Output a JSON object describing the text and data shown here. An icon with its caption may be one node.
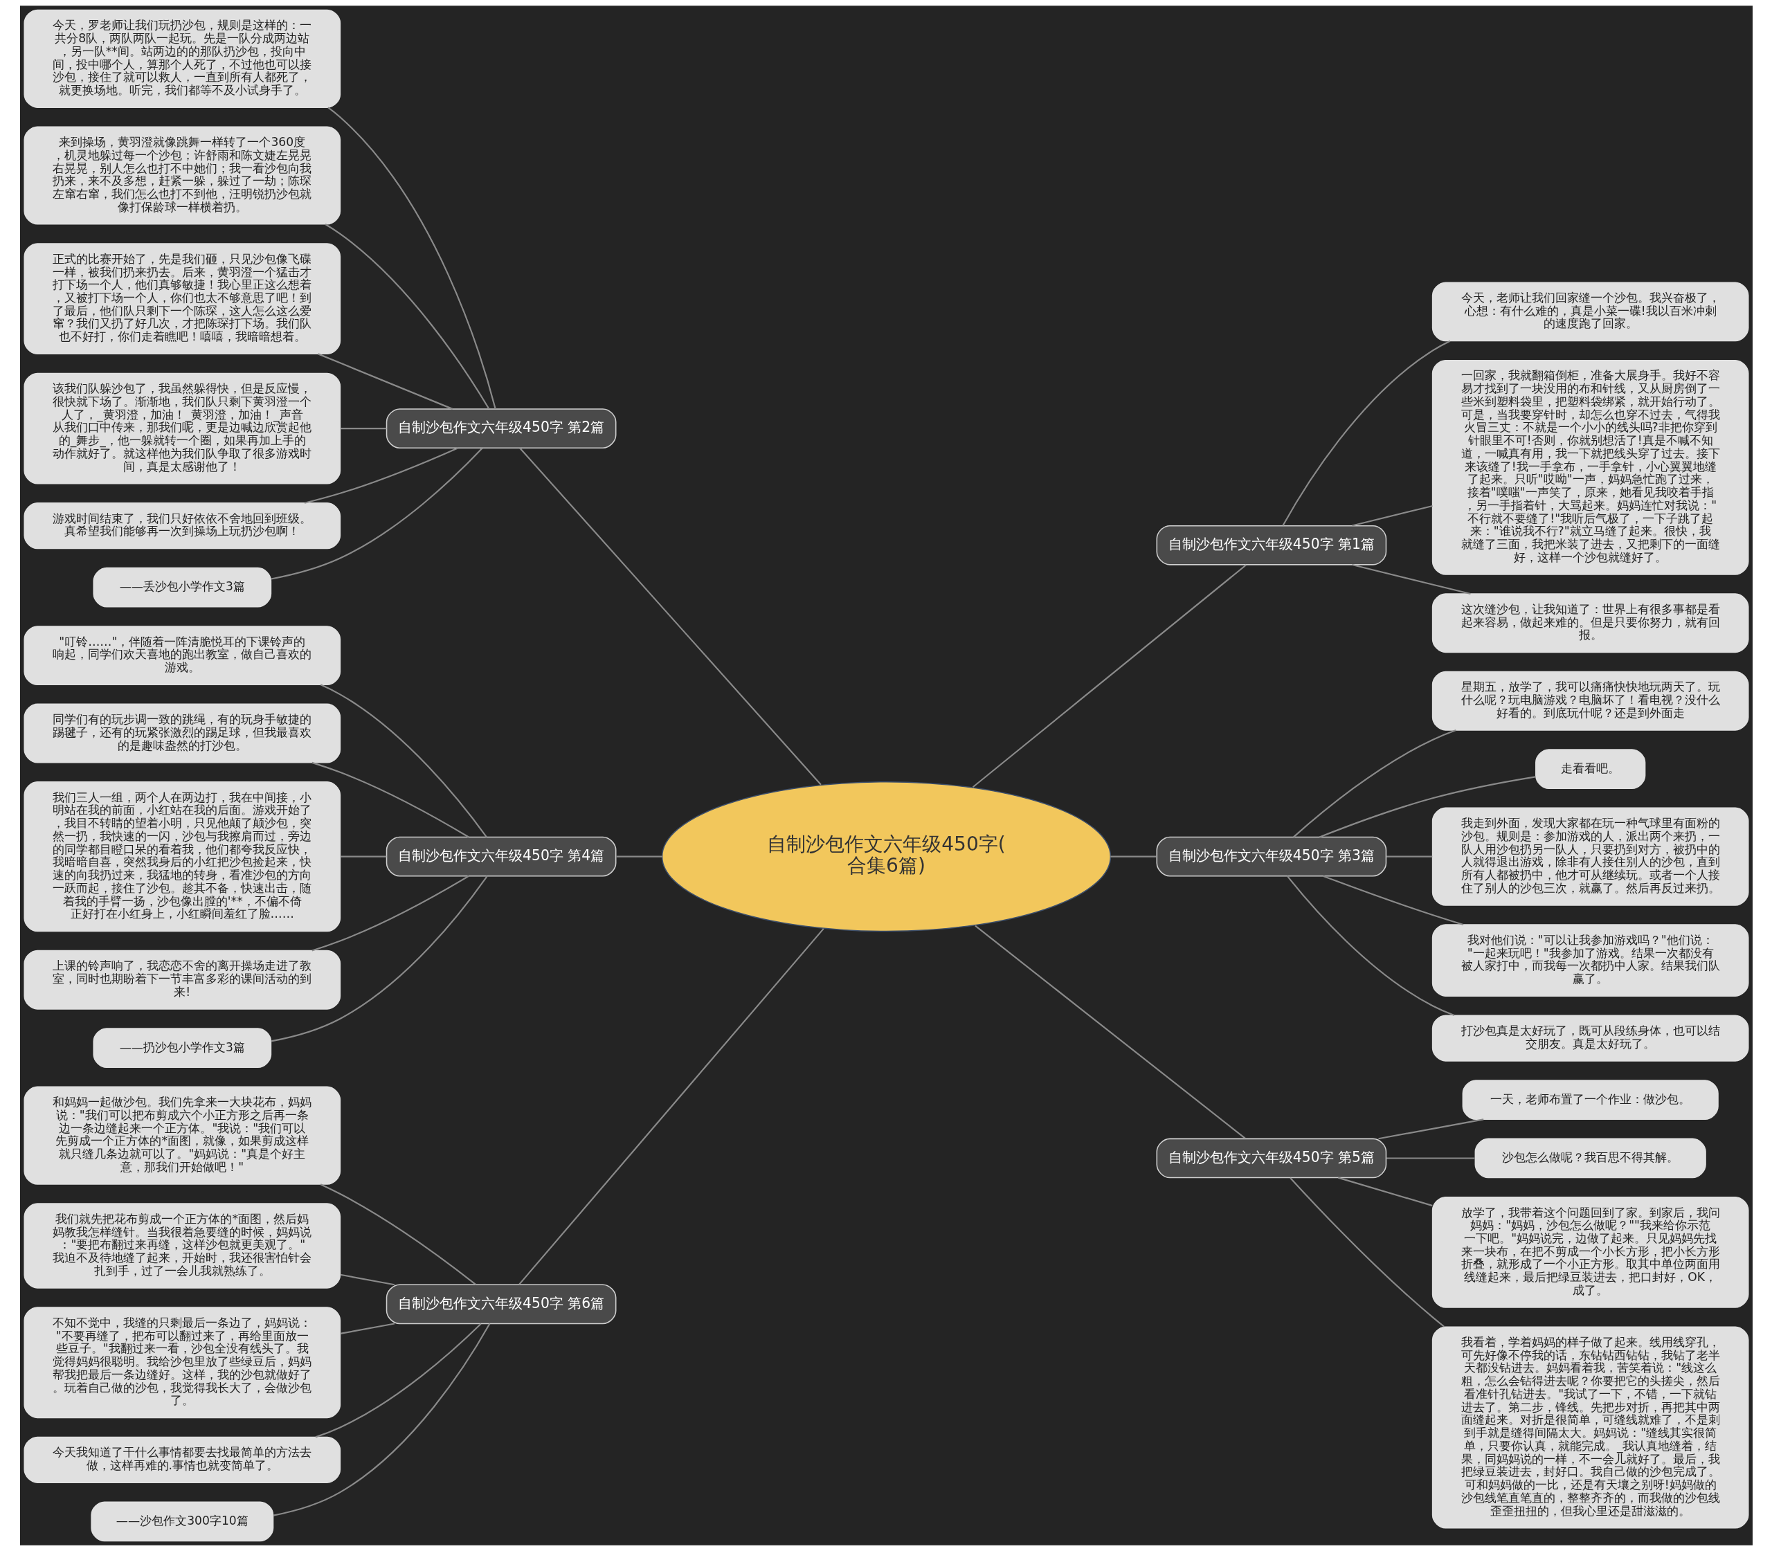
{
  "diagram": {
    "nodes": [
      {
        "text": [
          "自制沙包作文六年级450字(合集6篇)"
        ]
      },
      {
        "text": [
          "自制沙包作文六年级450字 第2篇"
        ]
      },
      {
        "text": [
          "今天，罗老师让我们玩扔沙包，规则是这样的：一共分8队，两队两队一起玩。先是一队分成两边站，另一队**间。站两边的的那队扔沙包，投向中间，投中哪个人，算那个人死了，不过他也可以接沙包，接住了就可以救人，一直到所有人都死了，就更换场地。听完，我们都等不及小试身手了。"
        ]
      },
      {
        "text": [
          "来到操场，黄羽澄就像跳舞一样转了一个360度，机灵地躲过每一个沙包；许舒雨和陈文婕左晃晃右晃晃，别人怎么也打不中她们；我一看沙包向我扔来，来不及多想，赶紧一躲，躲过了一劫；陈琛左窜右窜，我们怎么也打不到他，汪明锐扔沙包就像打保龄球一样横着扔。"
        ]
      },
      {
        "text": [
          "正式的比赛开始了，先是我们砸，只见沙包像飞碟一样，被我们扔来扔去。后来，黄羽澄一个猛击才打下场一个人，他们真够敏捷！我心里正这么想着，又被打下场一个人，你们也太不够意思了吧！到了最后，他们队只剩下一个陈琛，这人怎么这么爱窜？我们又扔了好几次，才把陈琛打下场。我们队也不好打，你们走着瞧吧！嘻嘻，我暗暗想着。"
        ]
      },
      {
        "text": [
          "该我们队躲沙包了，我虽然躲得快，但是反应慢，很快就下场了。渐渐地，我们队只剩下黄羽澄一个人了，_黄羽澄，加油！_黄羽澄，加油！_声音从我们口中传来，那我们呢，更是边喊边欣赏起他的_舞步_，他一躲就转一个圈，如果再加上手的动作就好了。就这样他为我们队争取了很多游戏时间，真是太感谢他了！"
        ]
      },
      {
        "text": [
          "游戏时间结束了，我们只好依依不舍地回到班级。真希望我们能够再一次到操场上玩扔沙包啊！"
        ]
      },
      {
        "text": [
          "——丢沙包小学作文3篇"
        ]
      },
      {
        "text": [
          "自制沙包作文六年级450字 第4篇"
        ]
      },
      {
        "text": [
          "\"叮铃……\"，伴随着一阵清脆悦耳的下课铃声的响起，同学们欢天喜地的跑出教室，做自己喜欢的游戏。"
        ]
      },
      {
        "text": [
          "同学们有的玩步调一致的跳绳，有的玩身手敏捷的踢毽子，还有的玩紧张激烈的踢足球，但我最喜欢的是趣味盎然的打沙包。"
        ]
      },
      {
        "text": [
          "我们三人一组，两个人在两边打，我在中间接，小明站在我的前面，小红站在我的后面。游戏开始了，我目不转睛的望着小明，只见他颠了颠沙包，突然一扔，我快速的一闪，沙包与我擦肩而过，旁边的同学都目瞪口呆的看着我，他们都夸我反应快，我暗暗自喜，突然我身后的小红把沙包捡起来，快速的向我扔过来，我猛地的转身，看准沙包的方向一跃而起，接住了沙包。趁其不备，快速出击，随着我的手臂一扬，沙包像出膛的'**，不偏不倚正好打在小红身上，小红瞬间羞红了脸……"
        ]
      },
      {
        "text": [
          "上课的铃声响了，我恋恋不舍的离开操场走进了教室，同时也期盼着下一节丰富多彩的课间活动的到来!"
        ]
      },
      {
        "text": [
          "——扔沙包小学作文3篇"
        ]
      },
      {
        "text": [
          "自制沙包作文六年级450字 第6篇"
        ]
      },
      {
        "text": [
          "和妈妈一起做沙包。我们先拿来一大块花布，妈妈说：\"我们可以把布剪成六个小正方形之后再一条边一条边缝起来一个正方体。\"我说：\"我们可以先剪成一个正方体的*面图，就像，如果剪成这样就只缝几条边就可以了。\"妈妈说：\"真是个好主意，那我们开始做吧！\""
        ]
      },
      {
        "text": [
          "我们就先把花布剪成一个正方体的*面图，然后妈妈教我怎样缝针。当我很着急要缝的时候，妈妈说：\"要把布翻过来再缝，这样沙包就更美观了。\"我迫不及待地缝了起来，开始时，我还很害怕针会扎到手，过了一会儿我就熟练了。"
        ]
      },
      {
        "text": [
          "不知不觉中，我缝的只剩最后一条边了，妈妈说：\"不要再缝了，把布可以翻过来了，再给里面放一些豆子。\"我翻过来一看，沙包全没有线头了。我觉得妈妈很聪明。我给沙包里放了些绿豆后，妈妈帮我把最后一条边缝好。这样，我的沙包就做好了。玩着自己做的沙包，我觉得我长大了，会做沙包了。"
        ]
      },
      {
        "text": [
          "今天我知道了干什么事情都要去找最简单的方法去做，这样再难的.事情也就变简单了。"
        ]
      },
      {
        "text": [
          "——沙包作文300字10篇"
        ]
      },
      {
        "text": [
          "自制沙包作文六年级450字 第1篇"
        ]
      },
      {
        "text": [
          "今天，老师让我们回家缝一个沙包。我兴奋极了，心想：有什么难的，真是小菜一碟!我以百米冲刺的速度跑了回家。"
        ]
      },
      {
        "text": [
          "一回家，我就翻箱倒柜，准备大展身手。我好不容易才找到了一块没用的布和针线，又从厨房倒了一些米到塑料袋里，把塑料袋绑紧，就开始行动了。可是，当我要穿针时，却怎么也穿不过去，气得我火冒三丈：不就是一个小小的线头吗?非把你穿到针眼里不可!否则，你就别想活了!真是不喊不知道，一喊真有用，我一下就把线头穿了过去。接下来该缝了!我一手拿布，一手拿针，小心翼翼地缝了起来。只听\"哎呦\"一声，妈妈急忙跑了过来，接着\"噗嗤\"一声笑了，原来，她看见我咬着手指，另一手指着针，大骂起来。妈妈连忙对我说：\"不行就不要缝了!\"我听后气极了，一下子跳了起来：\"谁说我不行?\"就立马缝了起来。很快，我就缝了三面，我把米装了进去，又把剩下的一面缝好，这样一个沙包就缝好了。"
        ]
      },
      {
        "text": [
          "这次缝沙包，让我知道了：世界上有很多事都是看起来容易，做起来难的。但是只要你努力，就有回报。"
        ]
      },
      {
        "text": [
          "自制沙包作文六年级450字 第3篇"
        ]
      },
      {
        "text": [
          "星期五，放学了，我可以痛痛快快地玩两天了。玩什么呢？玩电脑游戏？电脑坏了！看电视？没什么好看的。到底玩什呢？还是到外面走"
        ]
      },
      {
        "text": [
          "走看看吧。"
        ]
      },
      {
        "text": [
          "我走到外面，发现大家都在玩一种气球里有面粉的沙包。规则是：参加游戏的人，派出两个来扔，一队人用沙包扔另一队人，只要扔到对方，被扔中的人就得退出游戏，除非有人接住别人的沙包，直到所有人都被扔中，他才可从继续玩。或者一个人接住了别人的沙包三次，就赢了。然后再反过来扔。"
        ]
      },
      {
        "text": [
          "我对他们说：\"可以让我参加游戏吗？\"他们说：\"一起来玩吧！\"我参加了游戏。结果一次都没有被人家打中，而我每一次都扔中人家。结果我们队赢了。"
        ]
      },
      {
        "text": [
          "打沙包真是太好玩了，既可从段练身体，也可以结交朋友。真是太好玩了。"
        ]
      },
      {
        "text": [
          "自制沙包作文六年级450字 第5篇"
        ]
      },
      {
        "text": [
          "一天，老师布置了一个作业：做沙包。"
        ]
      },
      {
        "text": [
          "沙包怎么做呢？我百思不得其解。"
        ]
      },
      {
        "text": [
          "放学了，我带着这个问题回到了家。到家后，我问妈妈：\"妈妈，沙包怎么做呢？\"\"我来给你示范一下吧。\"妈妈说完，边做了起来。只见妈妈先找来一块布，在把不剪成一个小长方形，把小长方形折叠，就形成了一个小正方形。取其中单位两面用线缝起来，最后把绿豆装进去，把口封好，OK，成了。"
        ]
      },
      {
        "text": [
          "我看着，学着妈妈的样子做了起来。线用线穿孔，可先好像不停我的话，东钻钻西钻钻，我钻了老半天都没钻进去。妈妈看着我，苦笑着说：\"线这么粗，怎么会钻得进去呢？你要把它的头搓尖，然后看准针孔钻进去。\"我试了一下，不错，一下就钻进去了。第二步，锋线。先把步对折，再把其中两面缝起来。对折是很简单，可缝线就难了，不是刺到手就是缝得间隔太大。妈妈说：\"缝线其实很简单，只要你认真，就能完成。_我认真地缝着，结果，同妈妈说的一样，不一会儿就好了。最后，我把绿豆装进去，封好口。我自己做的沙包完成了。可和妈妈做的一比，还是有天壤之别呀!妈妈做的沙包线笔直笔直的，整整齐齐的，而我做的沙包线歪歪扭扭的，但我心里还是甜滋滋的。"
        ]
      }
    ],
    "edges": [
      {
        "from": 2,
        "to": 1,
        "arrow": "none"
      },
      {
        "from": 3,
        "to": 1,
        "arrow": "none"
      },
      {
        "from": 4,
        "to": 1,
        "arrow": "none"
      },
      {
        "from": 5,
        "to": 1,
        "arrow": "none"
      },
      {
        "from": 6,
        "to": 1,
        "arrow": "none"
      },
      {
        "from": 7,
        "to": 1,
        "arrow": "none"
      },
      {
        "from": 1,
        "to": 0,
        "arrow": "none"
      },
      {
        "from": 9,
        "to": 8,
        "arrow": "none"
      },
      {
        "from": 10,
        "to": 8,
        "arrow": "none"
      },
      {
        "from": 11,
        "to": 8,
        "arrow": "none"
      },
      {
        "from": 12,
        "to": 8,
        "arrow": "none"
      },
      {
        "from": 13,
        "to": 8,
        "arrow": "none"
      },
      {
        "from": 8,
        "to": 0,
        "arrow": "none"
      },
      {
        "from": 15,
        "to": 14,
        "arrow": "none"
      },
      {
        "from": 16,
        "to": 14,
        "arrow": "none"
      },
      {
        "from": 17,
        "to": 14,
        "arrow": "none"
      },
      {
        "from": 18,
        "to": 14,
        "arrow": "none"
      },
      {
        "from": 19,
        "to": 14,
        "arrow": "none"
      },
      {
        "from": 14,
        "to": 0,
        "arrow": "none"
      },
      {
        "from": 0,
        "to": 20,
        "arrow": "none"
      },
      {
        "from": 20,
        "to": 21,
        "arrow": "none"
      },
      {
        "from": 20,
        "to": 22,
        "arrow": "none"
      },
      {
        "from": 20,
        "to": 23,
        "arrow": "none"
      },
      {
        "from": 0,
        "to": 24,
        "arrow": "none"
      },
      {
        "from": 24,
        "to": 25,
        "arrow": "none"
      },
      {
        "from": 24,
        "to": 26,
        "arrow": "none"
      },
      {
        "from": 24,
        "to": 27,
        "arrow": "none"
      },
      {
        "from": 24,
        "to": 28,
        "arrow": "none"
      },
      {
        "from": 24,
        "to": 29,
        "arrow": "none"
      },
      {
        "from": 0,
        "to": 30,
        "arrow": "none"
      },
      {
        "from": 30,
        "to": 31,
        "arrow": "none"
      },
      {
        "from": 30,
        "to": 32,
        "arrow": "none"
      },
      {
        "from": 30,
        "to": 33,
        "arrow": "none"
      },
      {
        "from": 30,
        "to": 34,
        "arrow": "none"
      }
    ]
  }
}
